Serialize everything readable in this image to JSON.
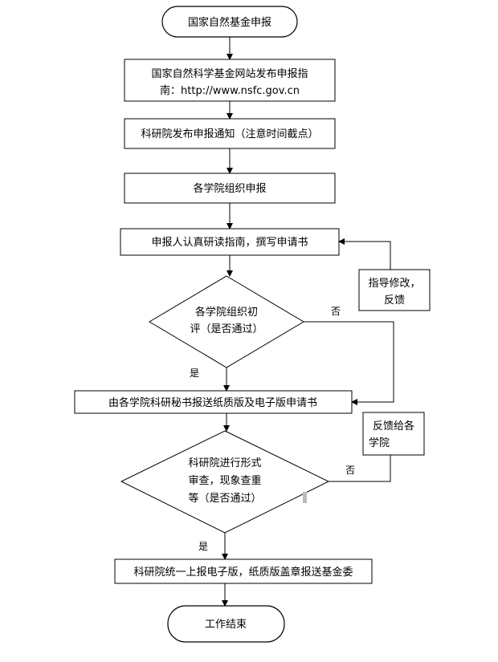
{
  "flowchart": {
    "start": "国家自然基金申报",
    "step1_line1": "国家自然科学基金网站发布申报指",
    "step1_line2": "南：http://www.nsfc.gov.cn",
    "step2": "科研院发布申报通知（注意时间截点）",
    "step3": "各学院组织申报",
    "step4": "申报人认真研读指南，撰写申请书",
    "decision1_line1": "各学院组织初",
    "decision1_line2": "评（是否通过）",
    "feedback1_line1": "指导修改，",
    "feedback1_line2": "反馈",
    "step5": "由各学院科研秘书报送纸质版及电子版申请书",
    "decision2_line1": "科研院进行形式",
    "decision2_line2": "审查，现象查重",
    "decision2_line3": "等（是否通过）",
    "feedback2_line1": "反馈给各",
    "feedback2_line2": "学院",
    "step6": "科研院统一上报电子版，纸质版盖章报送基金委",
    "end": "工作结束",
    "yes_label": "是",
    "no_label": "否"
  },
  "colors": {
    "stroke": "#000000",
    "fill": "#ffffff",
    "mark": "#bbbbbb"
  }
}
